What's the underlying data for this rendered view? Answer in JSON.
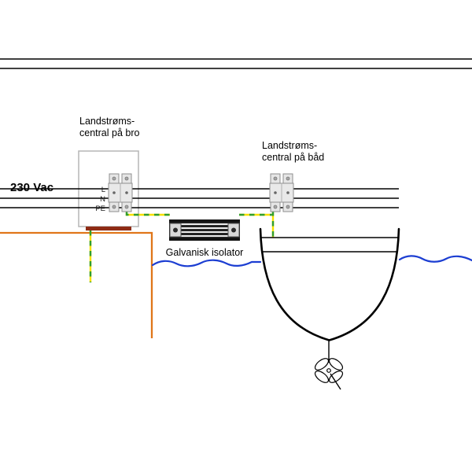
{
  "diagram": {
    "voltage_label": "230 Vac",
    "shore_central": {
      "line1": "Landstrøms-",
      "line2": "central på bro"
    },
    "boat_central": {
      "line1": "Landstrøms-",
      "line2": "central på båd"
    },
    "isolator_label": "Galvanisk isolator",
    "wires": {
      "l": "L",
      "n": "N",
      "pe": "PE"
    },
    "colors": {
      "line_black": "#000000",
      "ground_orange": "#e0761a",
      "water_blue": "#1c3ed2",
      "pe_yellow": "#f8e000",
      "pe_green": "#2f9e2f",
      "device_fill": "#e6e6e6",
      "device_stroke": "#8f8f8f",
      "box_stroke": "#b5b5b5",
      "base_red": "#8e2c15",
      "isolator_body": "#141414",
      "isolator_fin": "#e9e9e9",
      "tab_fill": "#d8d8d8"
    }
  }
}
